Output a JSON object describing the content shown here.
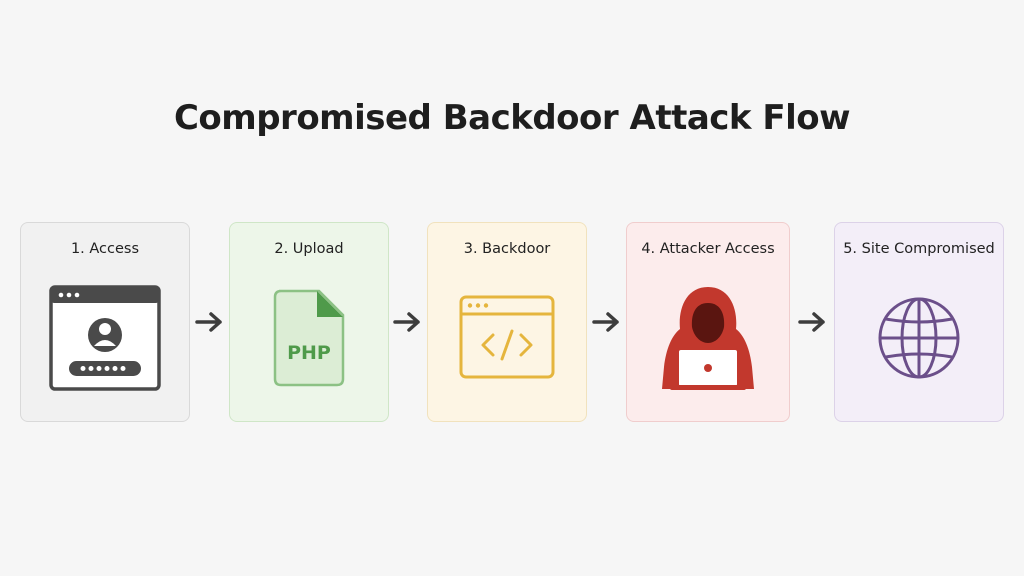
{
  "diagram": {
    "title": "Compromised Backdoor Attack Flow",
    "steps": [
      {
        "label": "1. Access",
        "icon": "login-window-icon",
        "fill": "#f1f1f1",
        "border": "#d9d9d9",
        "accent": "#4a4a4a"
      },
      {
        "label": "2. Upload",
        "icon": "php-file-icon",
        "icon_text": "PHP",
        "fill": "#edf6e9",
        "border": "#cfe6c7",
        "accent": "#4f9a4a"
      },
      {
        "label": "3. Backdoor",
        "icon": "code-window-icon",
        "fill": "#fdf5e4",
        "border": "#f1e2bd",
        "accent": "#e5b53d"
      },
      {
        "label": "4. Attacker Access",
        "icon": "hooded-hacker-icon",
        "fill": "#fcecec",
        "border": "#f0cdcd",
        "accent": "#c2382d"
      },
      {
        "label": "5. Site Compromised",
        "icon": "globe-icon",
        "fill": "#f3eef8",
        "border": "#dcd2e8",
        "accent": "#6b4f8a"
      }
    ],
    "arrow_color": "#3d3d3d"
  }
}
